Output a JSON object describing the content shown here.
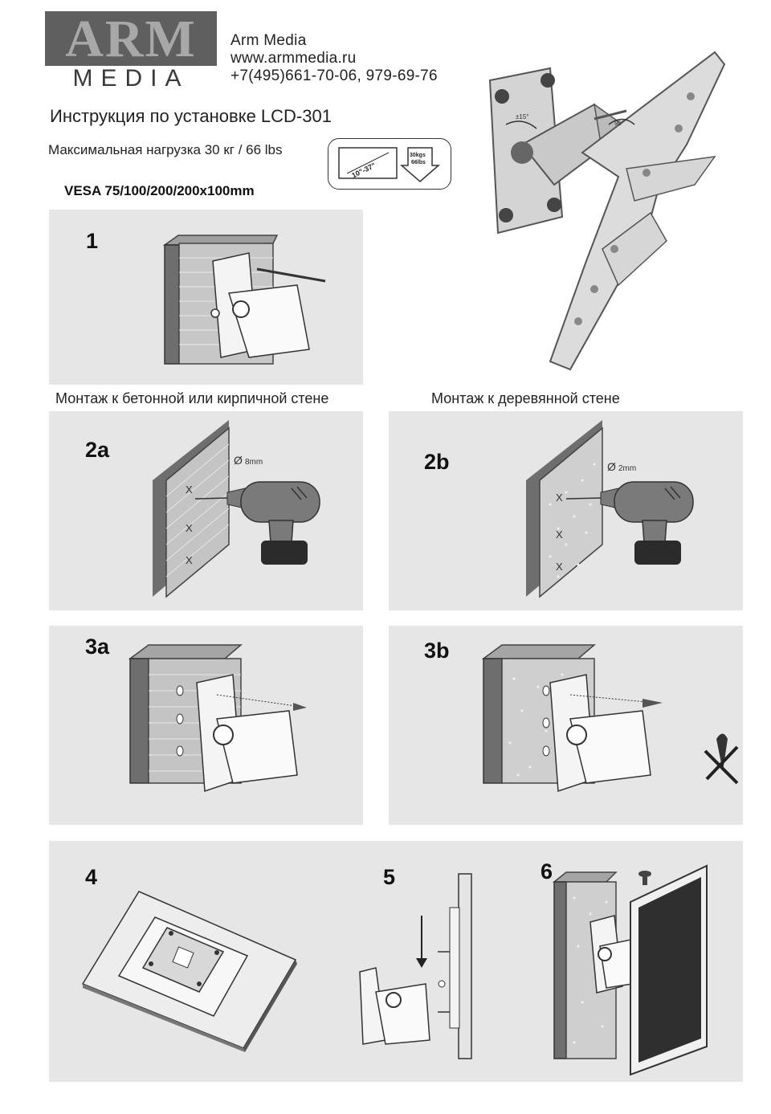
{
  "logo": {
    "top": "ARM",
    "bottom": "MEDIA"
  },
  "company": {
    "name": "Arm Media",
    "website": "www.armmedia.ru",
    "phone": "+7(495)661-70-06, 979-69-76"
  },
  "title": "Инструкция по установке LCD-301",
  "max_load": "Максимальная нагрузка 30 кг / 66 lbs",
  "vesa": "VESA 75/100/200/200x100mm",
  "spec_icons": {
    "screen_size": "10\"-37\"",
    "weight_kg": "30kgs",
    "weight_lbs": "66lbs"
  },
  "product": {
    "tilt": "±15°",
    "swivel": "90°"
  },
  "steps": {
    "s1": "1",
    "s2a": "2a",
    "s2b": "2b",
    "s3a": "3a",
    "s3b": "3b",
    "s4": "4",
    "s5": "5",
    "s6": "6"
  },
  "captions": {
    "concrete": "Монтаж к бетонной или кирпичной стене",
    "wood": "Монтаж к деревянной стене"
  },
  "drill": {
    "concrete_bit": "8mm",
    "wood_bit": "2mm",
    "mark": "X"
  },
  "colors": {
    "panel": "#e6e6e6",
    "wall_brick": "#bdbdbd",
    "wall_side": "#6e6e6e",
    "drill_body": "#7a7a7a",
    "screen": "#2f2f2f"
  }
}
